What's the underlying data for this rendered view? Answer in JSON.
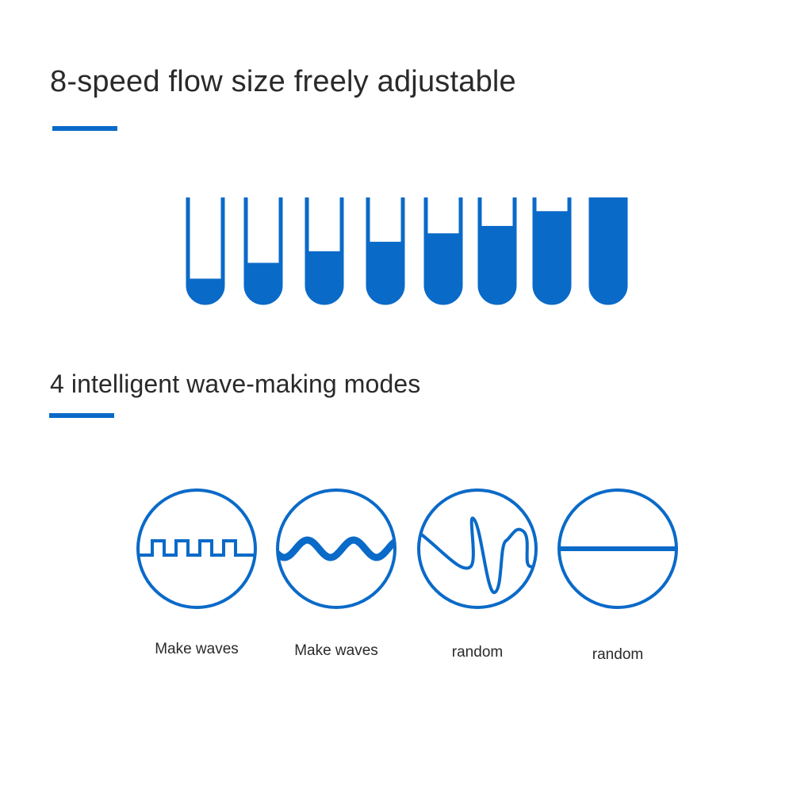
{
  "accent_color": "#0a6ac8",
  "flow": {
    "title": "8-speed flow size freely adjustable",
    "levels": [
      0.23,
      0.38,
      0.49,
      0.58,
      0.66,
      0.73,
      0.87,
      1.0
    ]
  },
  "modes": {
    "title": "4 intelligent wave-making modes",
    "items": [
      {
        "label": "Make waves",
        "icon": "square-wave-icon"
      },
      {
        "label": "Make waves",
        "icon": "sine-wave-icon"
      },
      {
        "label": "random",
        "icon": "random-wave-icon"
      },
      {
        "label": "random",
        "icon": "constant-flow-icon"
      }
    ]
  }
}
